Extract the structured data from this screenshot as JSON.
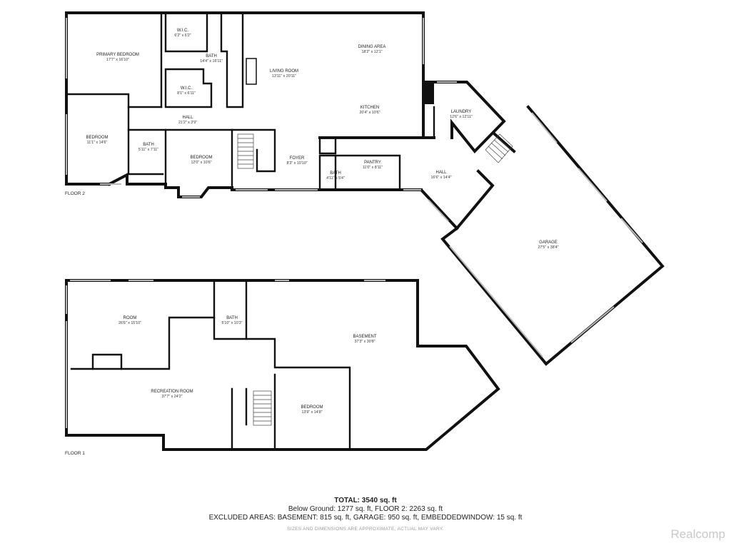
{
  "floors": {
    "upper_label": "FLOOR 2",
    "lower_label": "FLOOR 1"
  },
  "rooms": {
    "primary_bedroom": {
      "name": "PRIMARY BEDROOM",
      "dim": "17'7\" x 16'10\""
    },
    "wic_1": {
      "name": "W.I.C.",
      "dim": "6'2\" x 6'2\""
    },
    "bath_primary": {
      "name": "BATH",
      "dim": "14'4\" x 16'11\""
    },
    "wic_2": {
      "name": "W.I.C.",
      "dim": "8'1\" x 6'11\""
    },
    "living_room": {
      "name": "LIVING ROOM",
      "dim": "13'11\" x 20'11\""
    },
    "dining_area": {
      "name": "DINING AREA",
      "dim": "18'2\" x 12'1\""
    },
    "kitchen": {
      "name": "KITCHEN",
      "dim": "20'4\" x 10'6\""
    },
    "laundry": {
      "name": "LAUNDRY",
      "dim": "12'6\" x 12'11\""
    },
    "hall_upper": {
      "name": "HALL",
      "dim": "21'2\" x 3'9\""
    },
    "bedroom_left": {
      "name": "BEDROOM",
      "dim": "11'1\" x 14'6\""
    },
    "bath_small": {
      "name": "BATH",
      "dim": "5'11\" x 7'11\""
    },
    "bedroom_mid": {
      "name": "BEDROOM",
      "dim": "12'0\" x 10'6\""
    },
    "foyer": {
      "name": "FOYER",
      "dim": "8'3\" x 10'10\""
    },
    "pantry": {
      "name": "PANTRY",
      "dim": "11'0\" x 8'11\""
    },
    "bath_half": {
      "name": "BATH",
      "dim": "4'11\" x 5'4\""
    },
    "hall_right": {
      "name": "HALL",
      "dim": "16'6\" x 14'4\""
    },
    "garage": {
      "name": "GARAGE",
      "dim": "27'5\" x 38'4\""
    },
    "room_lower": {
      "name": "ROOM",
      "dim": "26'6\" x 15'10\""
    },
    "bath_lower": {
      "name": "BATH",
      "dim": "5'10\" x 10'3\""
    },
    "basement": {
      "name": "BASEMENT",
      "dim": "37'3\" x 30'8\""
    },
    "recreation_room": {
      "name": "RECREATION ROOM",
      "dim": "37'7\" x 24'2\""
    },
    "bedroom_lower": {
      "name": "BEDROOM",
      "dim": "13'9\" x 14'8\""
    }
  },
  "summary": {
    "total": "TOTAL: 3540 sq. ft",
    "line1": "Below Ground: 1277 sq. ft, FLOOR 2: 2263 sq. ft",
    "line2": "EXCLUDED AREAS: BASEMENT: 815 sq. ft, GARAGE: 950 sq. ft, EMBEDDEDWINDOW: 15 sq. ft",
    "disclaimer": "SIZES AND DIMENSIONS ARE APPROXIMATE, ACTUAL MAY VARY."
  },
  "brand": "Realcomp"
}
